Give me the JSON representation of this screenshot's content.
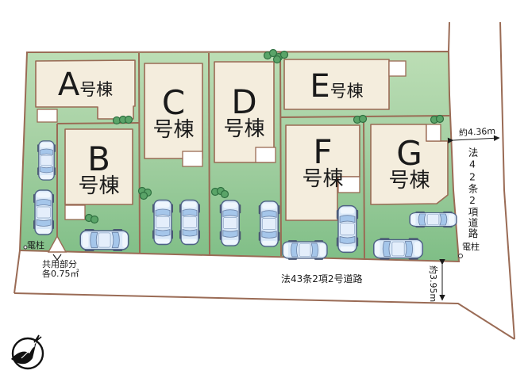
{
  "plan_type": "site-plan",
  "buildings": [
    {
      "id": "A",
      "letter": "A",
      "suffix": "号棟"
    },
    {
      "id": "B",
      "letter": "B",
      "suffix": "号棟"
    },
    {
      "id": "C",
      "letter": "C",
      "suffix": "号棟"
    },
    {
      "id": "D",
      "letter": "D",
      "suffix": "号棟"
    },
    {
      "id": "E",
      "letter": "E",
      "suffix": "号棟"
    },
    {
      "id": "F",
      "letter": "F",
      "suffix": "号棟"
    },
    {
      "id": "G",
      "letter": "G",
      "suffix": "号棟"
    }
  ],
  "annotations": {
    "utility_pole": "電柱",
    "common_area_line1": "共用部分",
    "common_area_line2": "各0.75㎡",
    "road_bottom_label": "法43条2項2号道路",
    "road_right_label": "法42条2項道路",
    "dim_right_road_width": "約4.36m",
    "dim_bottom_road_width": "約3.95m"
  },
  "colors": {
    "site_green_top": "#b9dcb2",
    "site_green_bottom": "#7fbe86",
    "boundary_brown": "#9a6b55",
    "building_cream": "#f4eddd",
    "porch_white": "#ffffff",
    "car_body_blue": "#d9e8f8",
    "car_window_blue": "#a5c6ea",
    "tree_green": "#5aa468",
    "dimension_black": "#1a1a1a"
  }
}
